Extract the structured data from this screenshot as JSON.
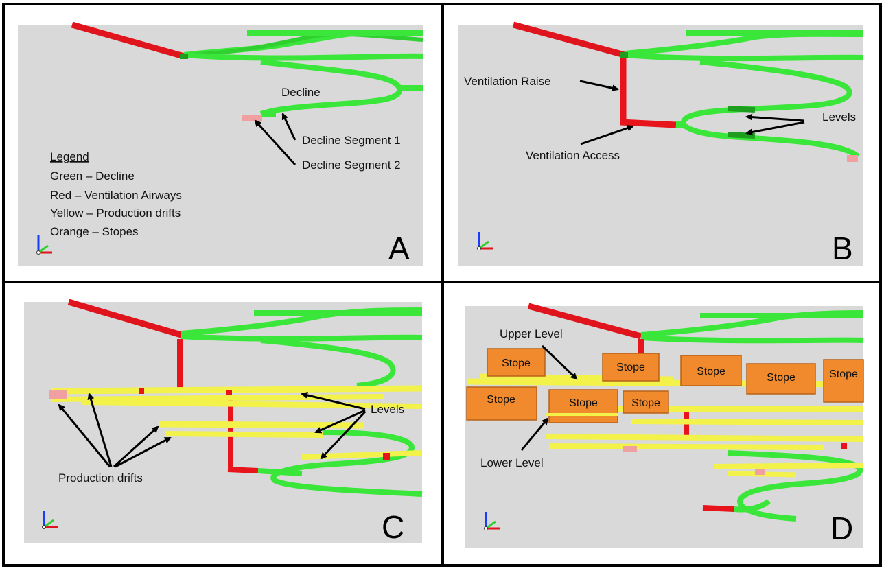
{
  "colors": {
    "decline": "#39e639",
    "decline_dark": "#1e9e1e",
    "vent": "#e8141c",
    "vent_dark": "#9c1418",
    "prod": "#f2f24a",
    "prod_dark": "#b7b72a",
    "stope": "#f08a2c",
    "stope_dark": "#b8621a",
    "pink": "#f0a0a0",
    "viewport_bg": "#d9d9d9",
    "frame": "#000000"
  },
  "panels": [
    {
      "id": "A",
      "letter": "A",
      "labels": {
        "decline": "Decline",
        "segment1": "Decline Segment 1",
        "segment2": "Decline Segment 2"
      },
      "legend": {
        "title": "Legend",
        "items": [
          "Green – Decline",
          "Red – Ventilation Airways",
          "Yellow – Production drifts",
          "Orange – Stopes"
        ]
      }
    },
    {
      "id": "B",
      "letter": "B",
      "labels": {
        "raise": "Ventilation Raise",
        "access": "Ventilation Access",
        "levels": "Levels"
      }
    },
    {
      "id": "C",
      "letter": "C",
      "labels": {
        "levels": "Levels",
        "production": "Production drifts"
      }
    },
    {
      "id": "D",
      "letter": "D",
      "labels": {
        "upper": "Upper Level",
        "lower": "Lower Level",
        "stope": "Stope"
      }
    }
  ]
}
